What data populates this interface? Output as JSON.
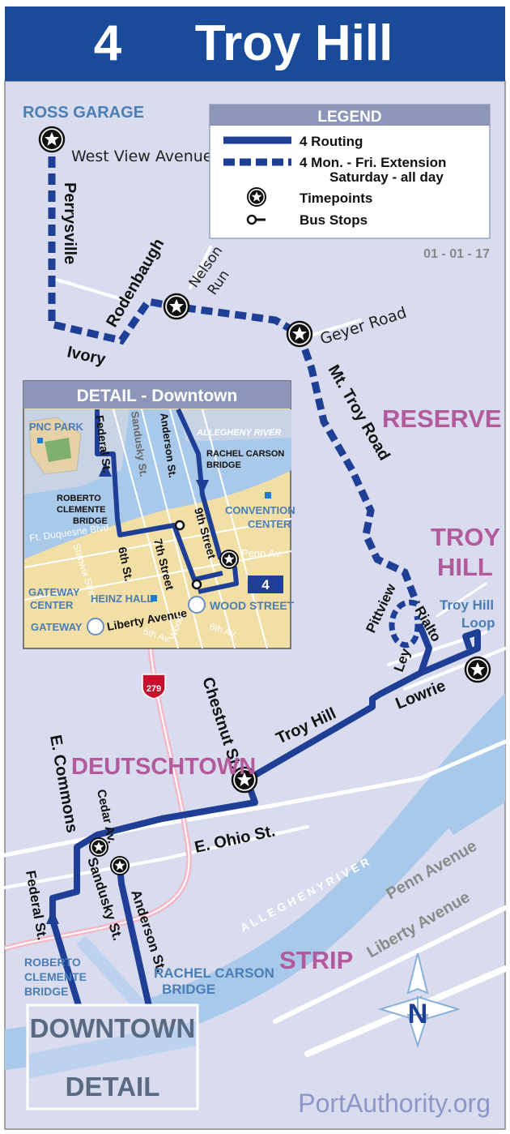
{
  "header": {
    "route_number": "4",
    "route_name": "Troy Hill"
  },
  "colors": {
    "header_bg": "#1a4b9b",
    "route_blue": "#1e3f95",
    "map_bg": "#d8dcee",
    "river": "#a9c9ea",
    "neighborhood": "#b25a9c",
    "landmark": "#4a7eb5",
    "interstate": "#f4b8c8"
  },
  "legend": {
    "title": "LEGEND",
    "routing": "4 Routing",
    "extension_line1": "4 Mon. - Fri. Extension",
    "extension_line2": "Saturday - all day",
    "timepoints": "Timepoints",
    "bus_stops": "Bus Stops",
    "date": "01 - 01 - 17"
  },
  "landmarks": {
    "ross_garage": "ROSS GARAGE",
    "troy_hill_loop_1": "Troy Hill",
    "troy_hill_loop_2": "Loop",
    "rachel_carson_1": "RACHEL CARSON",
    "rachel_carson_2": "BRIDGE",
    "roberto_1": "ROBERTO",
    "roberto_2": "CLEMENTE",
    "roberto_3": "BRIDGE"
  },
  "neighborhoods": {
    "reserve": "RESERVE",
    "troy": "TROY",
    "hill": "HILL",
    "deutschtown": "DEUTSCHTOWN",
    "strip": "STRIP"
  },
  "streets": {
    "west_view": "West View Avenue",
    "perrysville": "Perrysville",
    "rodenbaugh": "Rodenbaugh",
    "ivory": "Ivory",
    "nelson": "Nelson",
    "run": "Run",
    "geyer": "Geyer Road",
    "mt_troy": "Mt. Troy Road",
    "pittview": "Pittview",
    "rialto": "Rialto",
    "ley": "Ley",
    "lowrie": "Lowrie",
    "troy_hill": "Troy Hill",
    "chestnut": "Chestnut St.",
    "e_commons": "E. Commons",
    "cedar": "Cedar Av.",
    "sandusky": "Sandusky St.",
    "federal": "Federal St.",
    "anderson": "Anderson St.",
    "e_ohio": "E. Ohio St.",
    "penn": "Penn Avenue",
    "liberty": "Liberty Avenue",
    "allegheny": "A L L E G H E N Y   R I V E R",
    "interstate": "279"
  },
  "detail": {
    "title": "DETAIL - Downtown",
    "pnc_park": "PNC PARK",
    "federal": "Federal St.",
    "sandusky": "Sandusky St.",
    "anderson": "Anderson St.",
    "allegheny": "ALLEGHENY RIVER",
    "rachel_1": "RACHEL CARSON",
    "rachel_2": "BRIDGE",
    "roberto_1": "ROBERTO",
    "roberto_2": "CLEMENTE",
    "roberto_3": "BRIDGE",
    "ninth": "9th Street",
    "convention_1": "CONVENTION",
    "convention_2": "CENTER",
    "duquesne": "Ft. Duquesne Blvd.",
    "stanwix": "Stanwix Street",
    "sixth_st": "6th St.",
    "seventh": "7th Street",
    "penn": "Penn Av.",
    "route": "4",
    "gateway_center_1": "GATEWAY",
    "gateway_center_2": "CENTER",
    "heinz": "HEINZ HALL",
    "wood_street": "WOOD STREET",
    "liberty": "Liberty Avenue",
    "gateway": "GATEWAY",
    "fifth": "5th Av.",
    "wood": "Wood",
    "sixth_av": "6th Av."
  },
  "downtown_box": {
    "line1": "DOWNTOWN",
    "line2": "DETAIL"
  },
  "footer": {
    "website": "PortAuthority.org"
  }
}
